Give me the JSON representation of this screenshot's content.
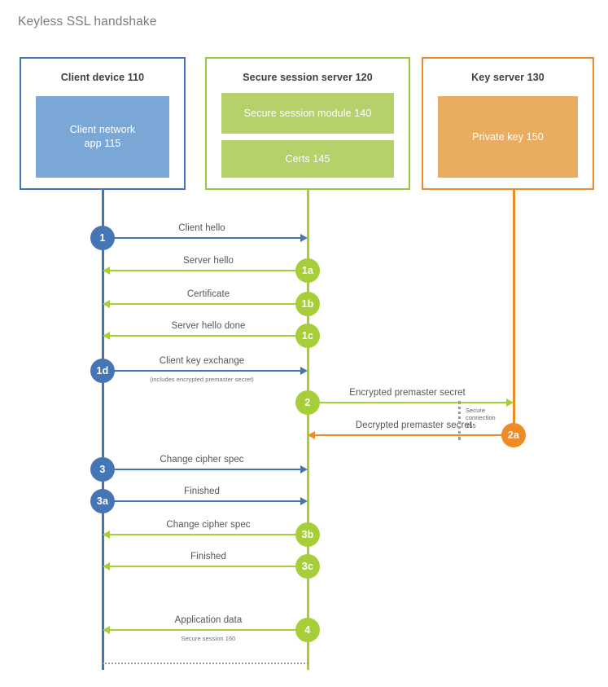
{
  "title": "Keyless SSL handshake",
  "colors": {
    "client_blue": "#4575b4",
    "client_fill": "#7ba7d7",
    "server_green": "#96c93d",
    "server_line": "#a6ce39",
    "server_fill": "#b5d16a",
    "key_orange": "#ee8b27",
    "key_fill": "#e9ad61",
    "text_gray": "#53565a",
    "dotted_gray": "#9a9a9a"
  },
  "actors": [
    {
      "id": "client-device",
      "title": "Client device 110",
      "blocks": [
        "Client network\napp 115"
      ]
    },
    {
      "id": "secure-session-server",
      "title": "Secure session server 120",
      "blocks": [
        "Secure session module 140",
        "Certs 145"
      ]
    },
    {
      "id": "key-server",
      "title": "Key server 130",
      "blocks": [
        "Private key 150"
      ]
    }
  ],
  "messages": [
    {
      "step": "1",
      "label": "Client hello",
      "sub": "",
      "from": "client",
      "to": "server",
      "color": "blue"
    },
    {
      "step": "1a",
      "label": "Server hello",
      "sub": "",
      "from": "server",
      "to": "client",
      "color": "green"
    },
    {
      "step": "1b",
      "label": "Certificate",
      "sub": "",
      "from": "server",
      "to": "client",
      "color": "green"
    },
    {
      "step": "1c",
      "label": "Server hello done",
      "sub": "",
      "from": "server",
      "to": "client",
      "color": "green"
    },
    {
      "step": "1d",
      "label": "Client key exchange",
      "sub": "(includes encrypted premaster secret)",
      "from": "client",
      "to": "server",
      "color": "blue"
    },
    {
      "step": "2",
      "label": "Encrypted premaster secret",
      "sub": "",
      "from": "server",
      "to": "keyserver",
      "color": "green"
    },
    {
      "step": "2a",
      "label": "Decrypted premaster secret",
      "sub": "",
      "from": "keyserver",
      "to": "server",
      "color": "orange"
    },
    {
      "step": "3",
      "label": "Change cipher spec",
      "sub": "",
      "from": "client",
      "to": "server",
      "color": "blue"
    },
    {
      "step": "3a",
      "label": "Finished",
      "sub": "",
      "from": "client",
      "to": "server",
      "color": "blue"
    },
    {
      "step": "3b",
      "label": "Change cipher spec",
      "sub": "",
      "from": "server",
      "to": "client",
      "color": "green"
    },
    {
      "step": "3c",
      "label": "Finished",
      "sub": "",
      "from": "server",
      "to": "client",
      "color": "green"
    },
    {
      "step": "4",
      "label": "Application data",
      "sub": "Secure session 160",
      "from": "server",
      "to": "client",
      "color": "green"
    }
  ],
  "annotations": {
    "secure_connection": "Secure\nconnection\n155"
  }
}
